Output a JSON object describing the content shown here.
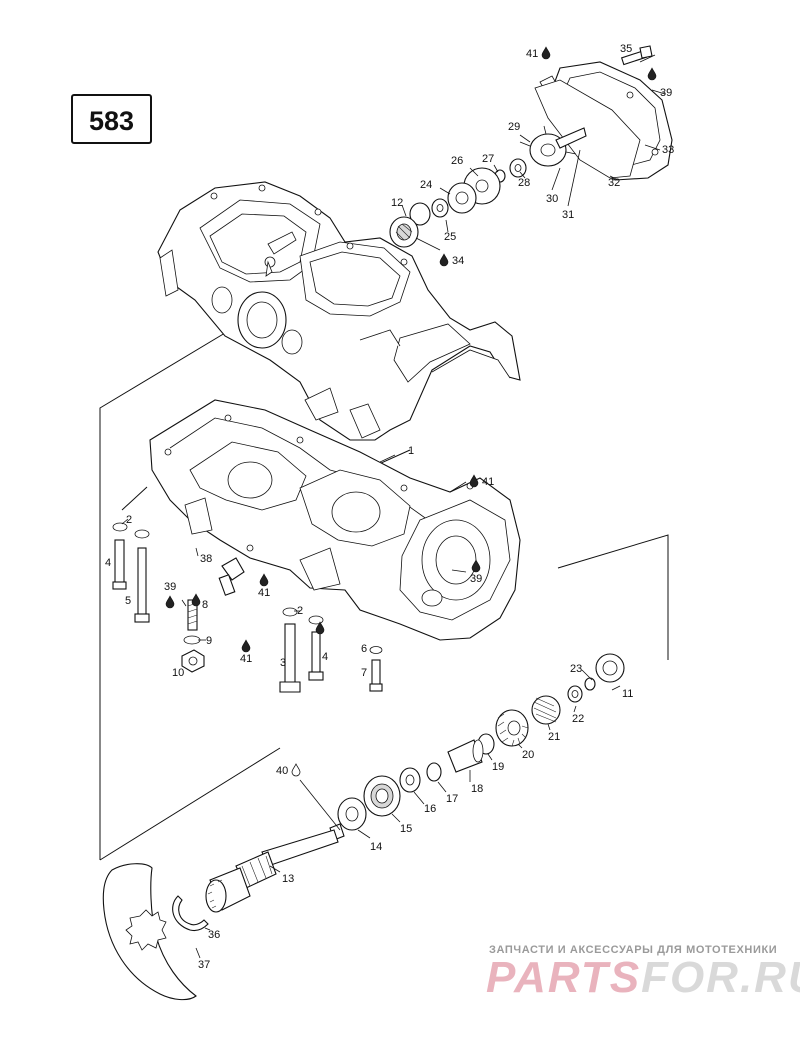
{
  "diagram": {
    "page_number": "583",
    "callouts": [
      {
        "id": "c41a",
        "text": "41",
        "drop": "filled"
      },
      {
        "id": "c35",
        "text": "35"
      },
      {
        "id": "c39a",
        "text": "39"
      },
      {
        "id": "c33",
        "text": "33"
      },
      {
        "id": "c29",
        "text": "29"
      },
      {
        "id": "c26",
        "text": "26"
      },
      {
        "id": "c27",
        "text": "27"
      },
      {
        "id": "c28",
        "text": "28"
      },
      {
        "id": "c30",
        "text": "30"
      },
      {
        "id": "c31",
        "text": "31"
      },
      {
        "id": "c32",
        "text": "32"
      },
      {
        "id": "c24",
        "text": "24"
      },
      {
        "id": "c12",
        "text": "12"
      },
      {
        "id": "c25",
        "text": "25"
      },
      {
        "id": "c34",
        "text": "34",
        "drop": "filled"
      },
      {
        "id": "c1",
        "text": "1"
      },
      {
        "id": "c41b",
        "text": "41",
        "drop": "filled"
      },
      {
        "id": "c2a",
        "text": "2"
      },
      {
        "id": "c4a",
        "text": "4"
      },
      {
        "id": "c5",
        "text": "5"
      },
      {
        "id": "c38",
        "text": "38"
      },
      {
        "id": "c41c",
        "text": "41",
        "drop": "filled"
      },
      {
        "id": "c39b",
        "text": "39",
        "drop": "filled"
      },
      {
        "id": "c39c",
        "text": "39",
        "drop": "filled"
      },
      {
        "id": "c8",
        "text": "8"
      },
      {
        "id": "c9",
        "text": "9"
      },
      {
        "id": "c10",
        "text": "10"
      },
      {
        "id": "c2b",
        "text": "2"
      },
      {
        "id": "c4b",
        "text": "4"
      },
      {
        "id": "c41d",
        "text": "41",
        "drop": "filled"
      },
      {
        "id": "c3",
        "text": "3"
      },
      {
        "id": "c6",
        "text": "6"
      },
      {
        "id": "c7",
        "text": "7"
      },
      {
        "id": "c23",
        "text": "23"
      },
      {
        "id": "c11",
        "text": "11"
      },
      {
        "id": "c22",
        "text": "22"
      },
      {
        "id": "c21",
        "text": "21"
      },
      {
        "id": "c20",
        "text": "20"
      },
      {
        "id": "c19",
        "text": "19"
      },
      {
        "id": "c18",
        "text": "18"
      },
      {
        "id": "c40",
        "text": "40",
        "drop": "open"
      },
      {
        "id": "c17",
        "text": "17"
      },
      {
        "id": "c16",
        "text": "16"
      },
      {
        "id": "c15",
        "text": "15"
      },
      {
        "id": "c14",
        "text": "14"
      },
      {
        "id": "c13",
        "text": "13"
      },
      {
        "id": "c36",
        "text": "36"
      },
      {
        "id": "c37",
        "text": "37"
      }
    ]
  },
  "watermark": {
    "tagline": "ЗАПЧАСТИ И АКСЕССУАРЫ ДЛЯ МОТОТЕХНИКИ",
    "brand_left": "PARTS",
    "brand_right": "FOR.RU",
    "brand_left_color": "#e9b3bd",
    "brand_right_color": "#d9d9d9"
  }
}
